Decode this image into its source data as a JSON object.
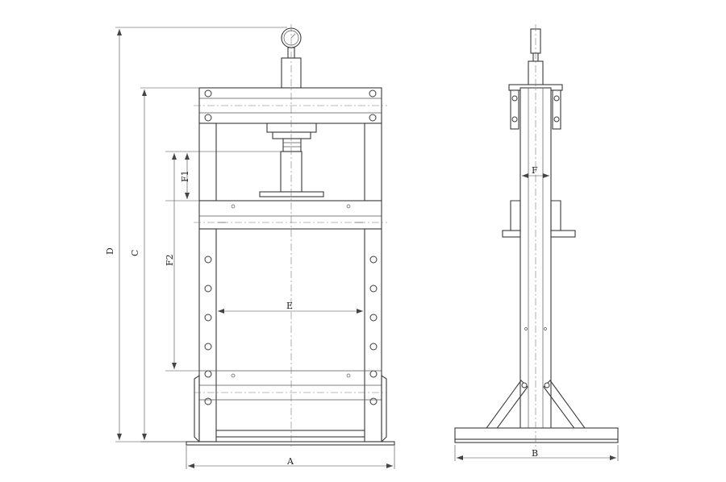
{
  "dimensions": {
    "A": "A",
    "B": "B",
    "C": "C",
    "D": "D",
    "E": "E",
    "F": "F",
    "F1": "F1",
    "F2": "F2"
  },
  "views": [
    "front-view",
    "side-view"
  ]
}
